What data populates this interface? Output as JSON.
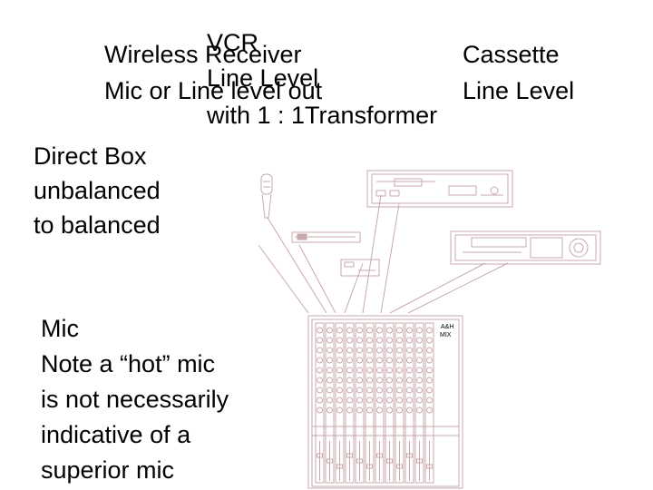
{
  "labels": {
    "vcr": "VCR",
    "wireless_receiver": "Wireless Receiver",
    "cassette": "Cassette",
    "vcr_line_level": "Line Level",
    "mic_or_line": "Mic or Line level out",
    "cassette_line_level": "Line Level",
    "transformer": "with 1 : 1Transformer",
    "direct_box": [
      "Direct Box",
      "unbalanced",
      "to balanced"
    ],
    "mic_note": [
      "Mic",
      "Note a “hot” mic",
      "is not necessarily",
      "indicative of a",
      "superior mic"
    ]
  },
  "mixer_brand": [
    "A&H",
    "MIX"
  ],
  "colors": {
    "line": "#c9a8ad",
    "text": "#000000"
  }
}
